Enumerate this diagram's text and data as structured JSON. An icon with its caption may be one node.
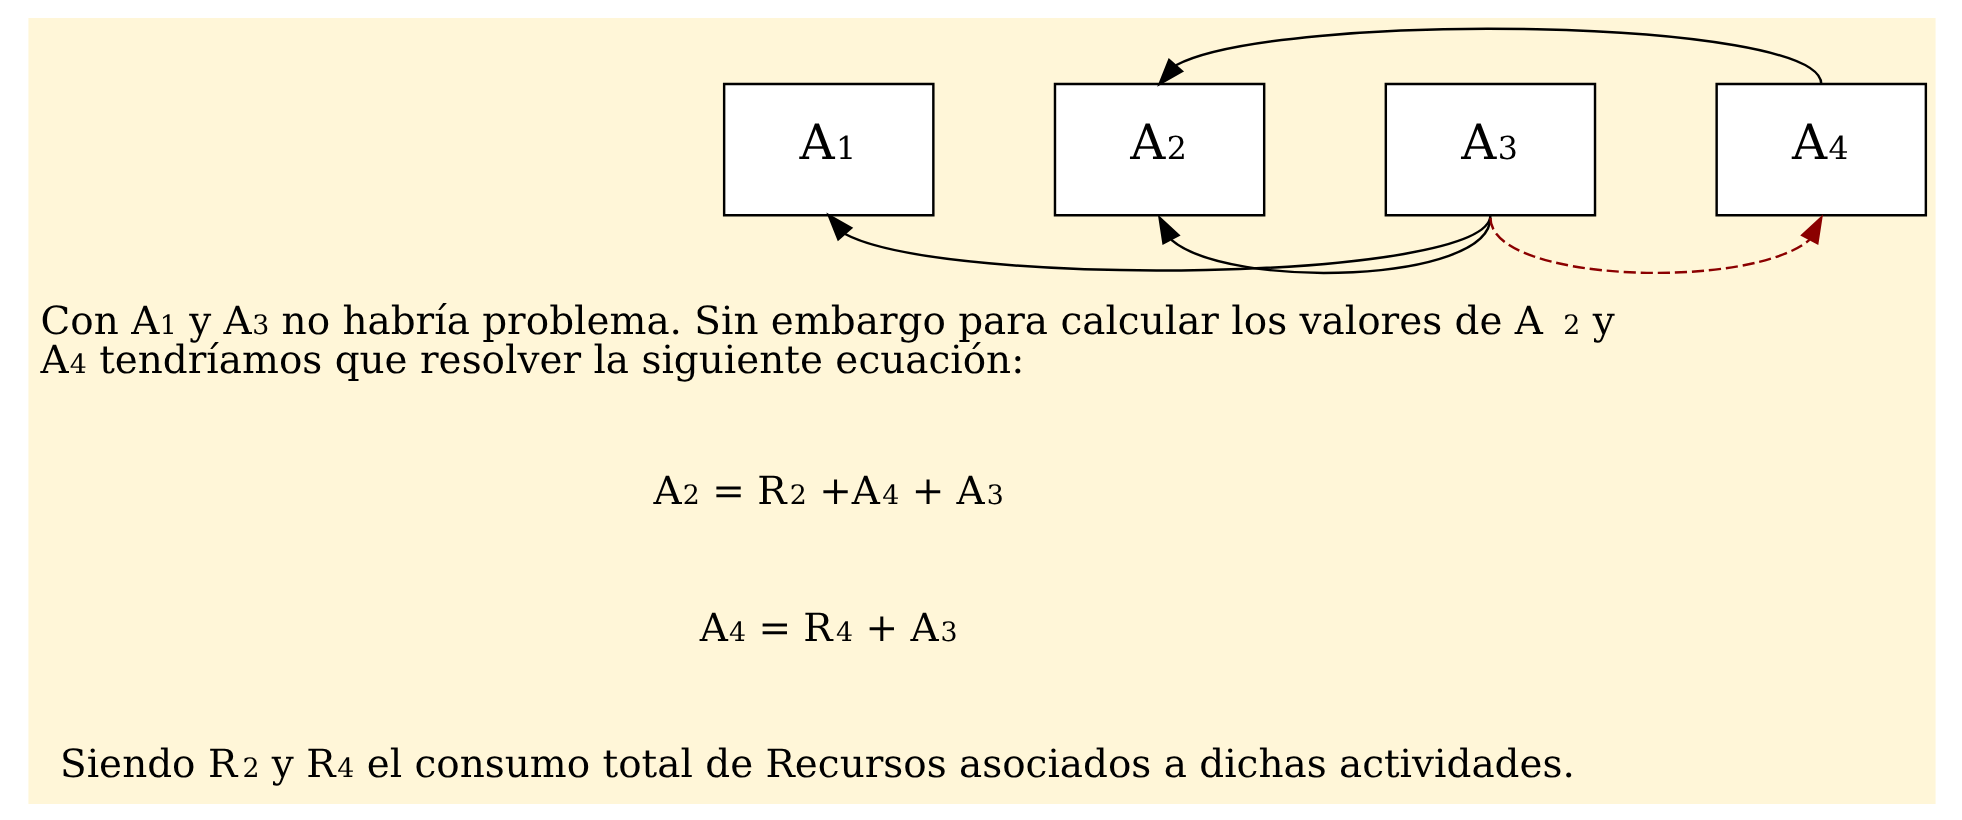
{
  "diagram": {
    "nodes": [
      {
        "text": [
          "A$_{1}$"
        ]
      },
      {
        "text": [
          "A$_{2}$"
        ]
      },
      {
        "text": [
          "A$_{3}$"
        ]
      },
      {
        "text": [
          "A$_{4}$"
        ]
      }
    ],
    "edges": [
      {
        "from": 2,
        "to": 0,
        "arrow": "to"
      },
      {
        "from": 2,
        "to": 1,
        "arrow": "to"
      },
      {
        "from": 3,
        "to": 1,
        "arrow": "to"
      },
      {
        "from": 2,
        "to": 3,
        "arrow": "to",
        "style": "dashed",
        "color": "#8b0000"
      }
    ],
    "labels": [
      "Con A$_{1}$ y A$_{3}$ no habría problema. Sin embargo para calcular los valores de A$_{2}$ y A$_{4}$ tendríamos que resolver la siguiente ecuación:",
      "A$_{2}$ = R$_{2}$ +A$_{4}$ + A$_{3}$",
      "A$_{4}$ = R$_{4}$ + A$_{3}$",
      "Siendo R$_{2}$ y R$_{4}$ el consumo total de Recursos asociados a dichas actividades."
    ]
  }
}
